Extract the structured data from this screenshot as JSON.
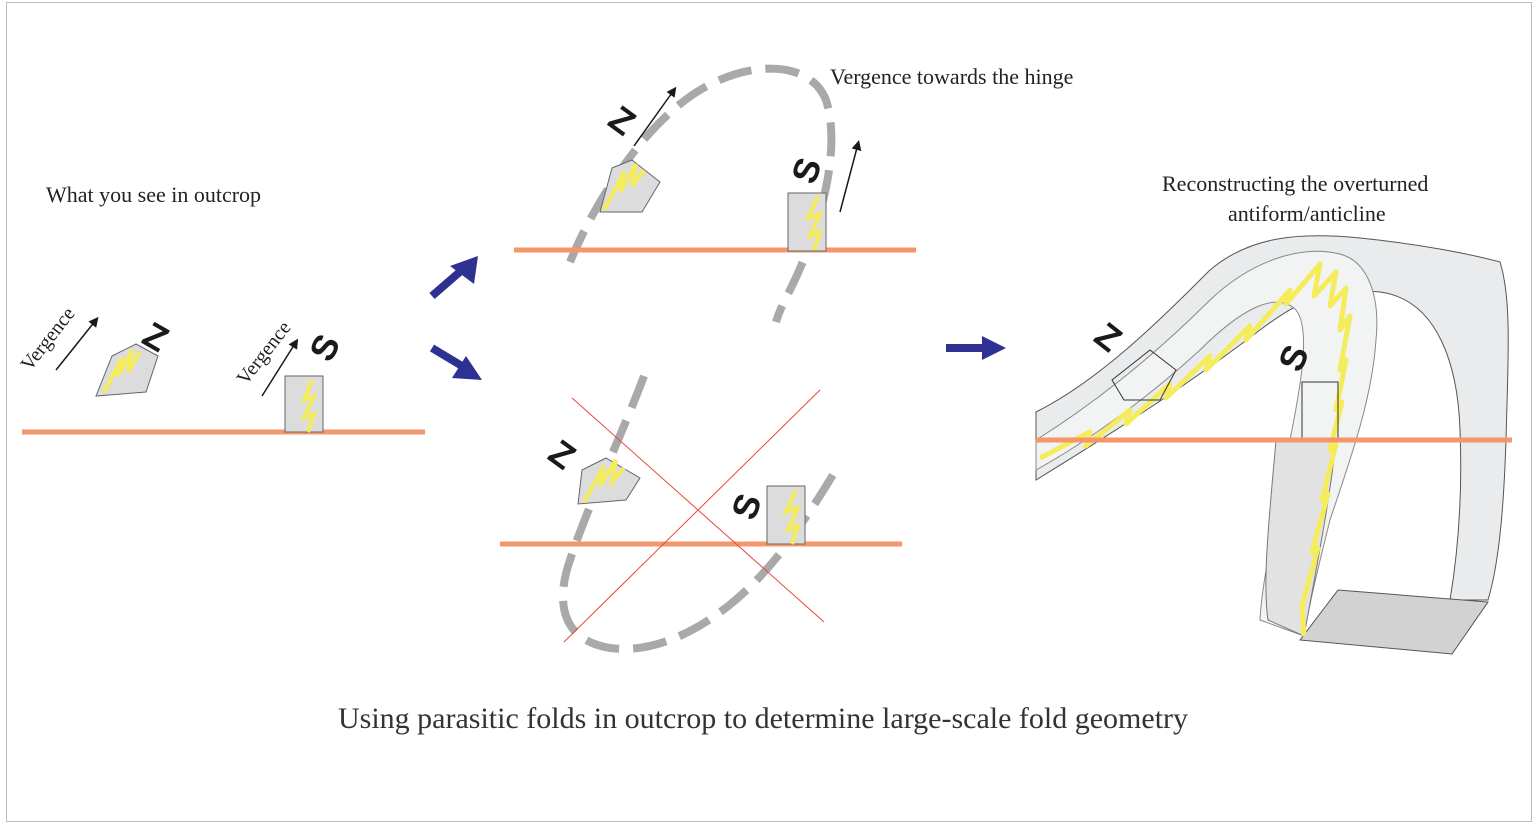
{
  "labels": {
    "outcrop": "What you see in outcrop",
    "vergence_hinge": "Vergence towards the hinge",
    "reconstruct_line1": "Reconstructing the overturned",
    "reconstruct_line2": "antiform/anticline",
    "caption": "Using parasitic folds in outcrop to determine large-scale fold geometry",
    "vergence": "Vergence",
    "z": "Z",
    "s": "S"
  },
  "colors": {
    "outcrop_line": "#f4956a",
    "dashed_fold": "#a9a9a9",
    "arrow_blue": "#2e3192",
    "cross_red": "#e8463c",
    "fold_yellow": "#f5ec5b",
    "limb_gray": "#e2e2e2",
    "fold_body": "#e9ebec"
  }
}
